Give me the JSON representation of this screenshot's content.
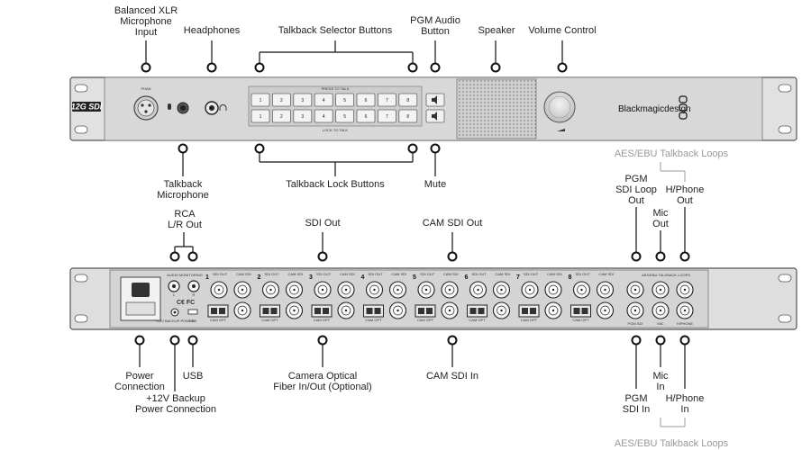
{
  "front_labels": {
    "balanced_xlr": "Balanced XLR\nMicrophone\nInput",
    "headphones": "Headphones",
    "talkback_selector": "Talkback Selector Buttons",
    "pgm_audio": "PGM Audio\nButton",
    "speaker": "Speaker",
    "volume_control": "Volume Control",
    "talkback_mic": "Talkback\nMicrophone",
    "talkback_lock": "Talkback Lock Buttons",
    "mute": "Mute"
  },
  "front_panel": {
    "model_logo": "12G SDI",
    "brand": "Blackmagicdesign",
    "press_to_talk": "PRESS TO TALK",
    "lock_to_talk": "LOCK TO TALK",
    "phan": "PHAN",
    "button_numbers": [
      "1",
      "2",
      "3",
      "4",
      "5",
      "6",
      "7",
      "8"
    ]
  },
  "rear_labels": {
    "rca": "RCA\nL/R Out",
    "sdi_out": "SDI Out",
    "cam_sdi_out": "CAM SDI Out",
    "aes_top": "AES/EBU Talkback Loops",
    "pgm_sdi_loop_out": "PGM\nSDI Loop\nOut",
    "mic_out": "Mic\nOut",
    "hphone_out": "H/Phone\nOut",
    "power_connection": "Power\nConnection",
    "backup_power": "+12V Backup\nPower Connection",
    "usb": "USB",
    "camera_optical": "Camera Optical\nFiber In/Out (Optional)",
    "cam_sdi_in": "CAM SDI In",
    "pgm_sdi_in": "PGM\nSDI In",
    "mic_in": "Mic\nIn",
    "hphone_in": "H/Phone\nIn",
    "aes_bottom": "AES/EBU Talkback Loops"
  },
  "rear_panel": {
    "audio_monitoring": "AUDIO MONITORING",
    "backup_power_small": "+12V BACKUP\nPOWER",
    "usb_small": "USB",
    "talkback_loops_small": "AES/EBU TALKBACK LOOPS",
    "channel_numbers": [
      "1",
      "2",
      "3",
      "4",
      "5",
      "6",
      "7",
      "8"
    ],
    "sdi_out_small": "SDI OUT",
    "cam_sdi_small": "CAM SDI",
    "cam_opt_small": "CAM OPT",
    "pgm_small": "PGM SDI",
    "mic_small": "MIC",
    "hphone_small": "H/PHONE"
  }
}
